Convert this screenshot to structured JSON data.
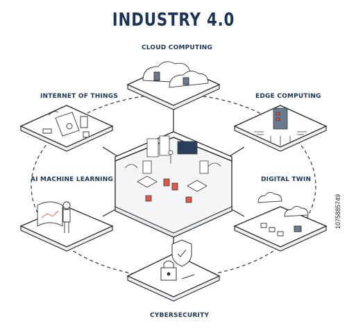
{
  "title": "INDUSTRY 4.0",
  "nodes": {
    "cloud": "CLOUD COMPUTING",
    "iot": "INTERNET OF THINGS",
    "edge": "EDGE COMPUTING",
    "ai": "AI MACHINE LEARNING",
    "twin": "DIGITAL TWIN",
    "security": "CYBERSECURITY"
  },
  "stock_id": "1075885749",
  "colors": {
    "primary": "#1b3354",
    "accent": "#e0584a",
    "line": "#222222"
  }
}
